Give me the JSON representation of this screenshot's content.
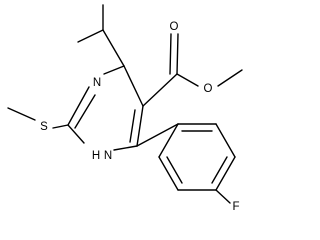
{
  "molecule": {
    "atom_labels": {
      "o_carbonyl": "O",
      "o_ester": "O",
      "n_ring": "N",
      "nh_ring": "N",
      "h_ring": "H",
      "s_thioether": "S",
      "f_aryl": "F"
    },
    "colors": {
      "bond": "#000000",
      "label": "#000000"
    }
  }
}
